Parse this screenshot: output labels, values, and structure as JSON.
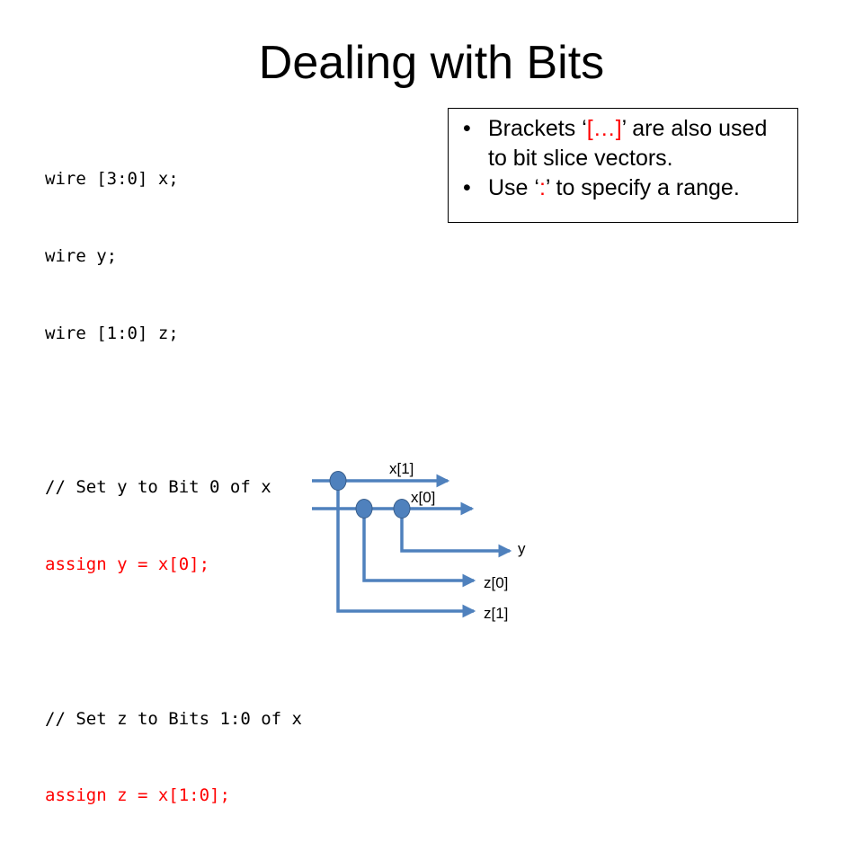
{
  "slide": {
    "title": "Dealing with Bits"
  },
  "code": {
    "lines": [
      "wire [3:0] x;",
      "wire y;",
      "wire [1:0] z;",
      "",
      "// Set y to Bit 0 of x",
      "assign y = x[0];",
      "",
      "// Set z to Bits 1:0 of x",
      "assign z = x[1:0];"
    ],
    "highlight_color": "#ff0000"
  },
  "callout": {
    "bullet_glyph": "•",
    "bullet1": {
      "before": "Brackets ‘",
      "highlight": "[…]",
      "after": "’ are also used to bit slice vectors."
    },
    "bullet2": {
      "before": "Use ‘",
      "highlight": ":",
      "after": "’ to specify a range."
    }
  },
  "diagram": {
    "wire_color": "#4f81bd",
    "labels": {
      "x1": "x[1]",
      "x0": "x[0]",
      "y": "y",
      "z0": "z[0]",
      "z1": "z[1]"
    }
  }
}
